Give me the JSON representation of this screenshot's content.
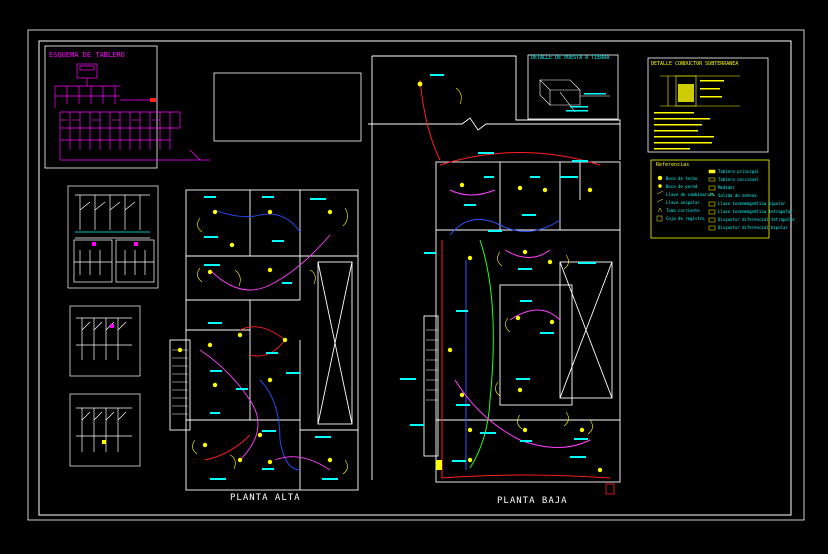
{
  "titles": {
    "board_scheme": "ESQUEMA DE TABLERO",
    "ground_detail": "DETALLE DE PUESTA A TIERRA",
    "underground_detail": "DETALLE CONDUCTOR SUBTERRANEA",
    "references": "Referencias",
    "upper_floor": "PLANTA ALTA",
    "ground_floor": "PLANTA BAJA"
  },
  "references": [
    "Boca de techo",
    "Boca de pared",
    "Llave de combinación",
    "Llave unipolar",
    "Toma corriente",
    "Caja de registro",
    "Tablero principal",
    "Tablero seccional",
    "Medidor",
    "Salida de antena",
    "Llave termomagnética bipolar",
    "Llave termomagnética tetrapolar",
    "Disyuntor diferencial tetrapolar",
    "Disyuntor diferencial bipolar"
  ],
  "colors": {
    "frame": "#ffffff",
    "walls": "#ffffff",
    "circuit_red": "#ff2020",
    "circuit_blue": "#3050ff",
    "circuit_green": "#20ff20",
    "circuit_magenta": "#ff40ff",
    "fixture_yellow": "#ffff00",
    "label_cyan": "#00ffff"
  }
}
